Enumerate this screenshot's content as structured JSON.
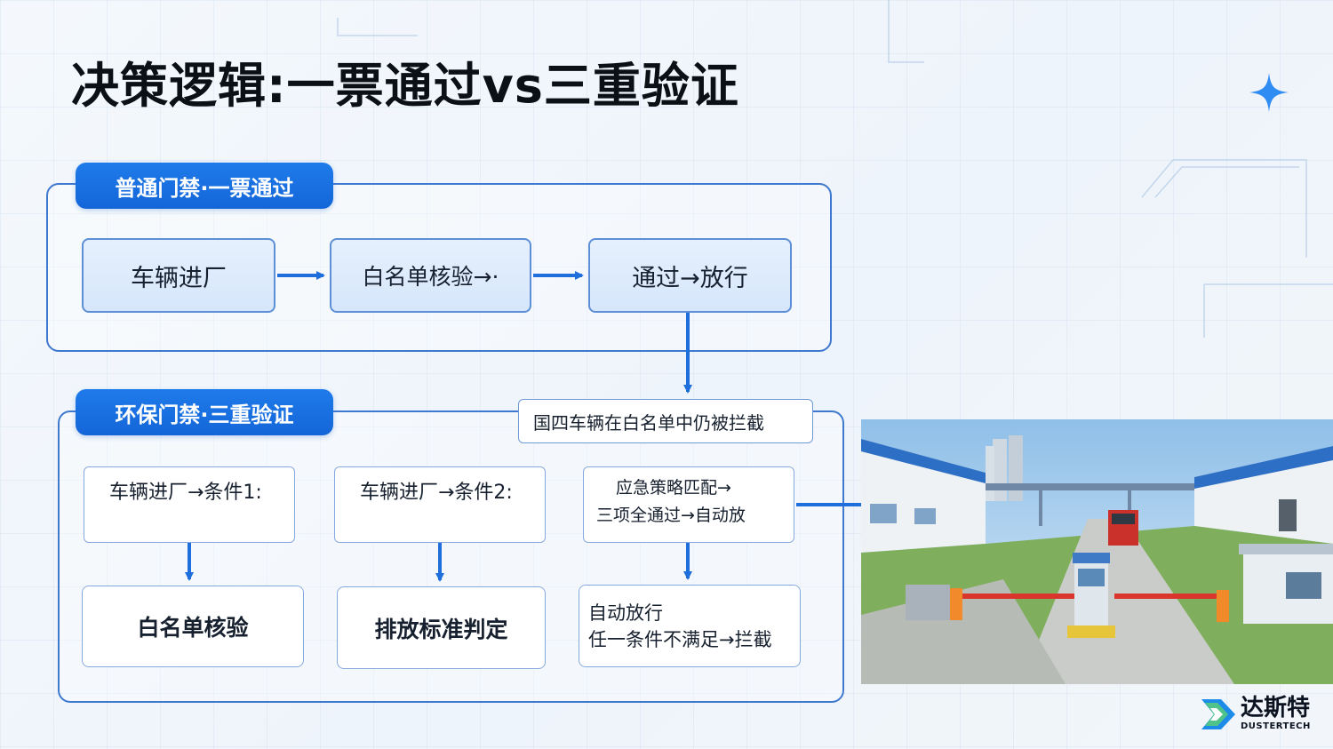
{
  "title": "决策逻辑:一票通过vs三重验证",
  "colors": {
    "accent": "#1f7bea",
    "border": "#3f79cf",
    "arrow": "#1e6fdc"
  },
  "ordinary": {
    "tag": "普通门禁·一票通过",
    "steps": [
      "车辆进厂",
      "白名单核验→·",
      "通过→放行"
    ]
  },
  "note": "国四车辆在白名单中仍被拦截",
  "eco": {
    "tag": "环保门禁·三重验证",
    "conditions": [
      "车辆进厂→条件1:",
      "车辆进厂→条件2:"
    ],
    "emergency": {
      "line1": "应急策略匹配→",
      "line2": "三项全通过→自动放"
    },
    "results": [
      "白名单核验",
      "排放标准判定"
    ],
    "auto": {
      "line1": "自动放行",
      "line2": "任一条件不满足→拦截"
    }
  },
  "photo": {
    "icon": "factory-gate-photo"
  },
  "logo": {
    "cn": "达斯特",
    "en": "DUSTERTECH",
    "icon": "dustertech-logo-icon"
  }
}
